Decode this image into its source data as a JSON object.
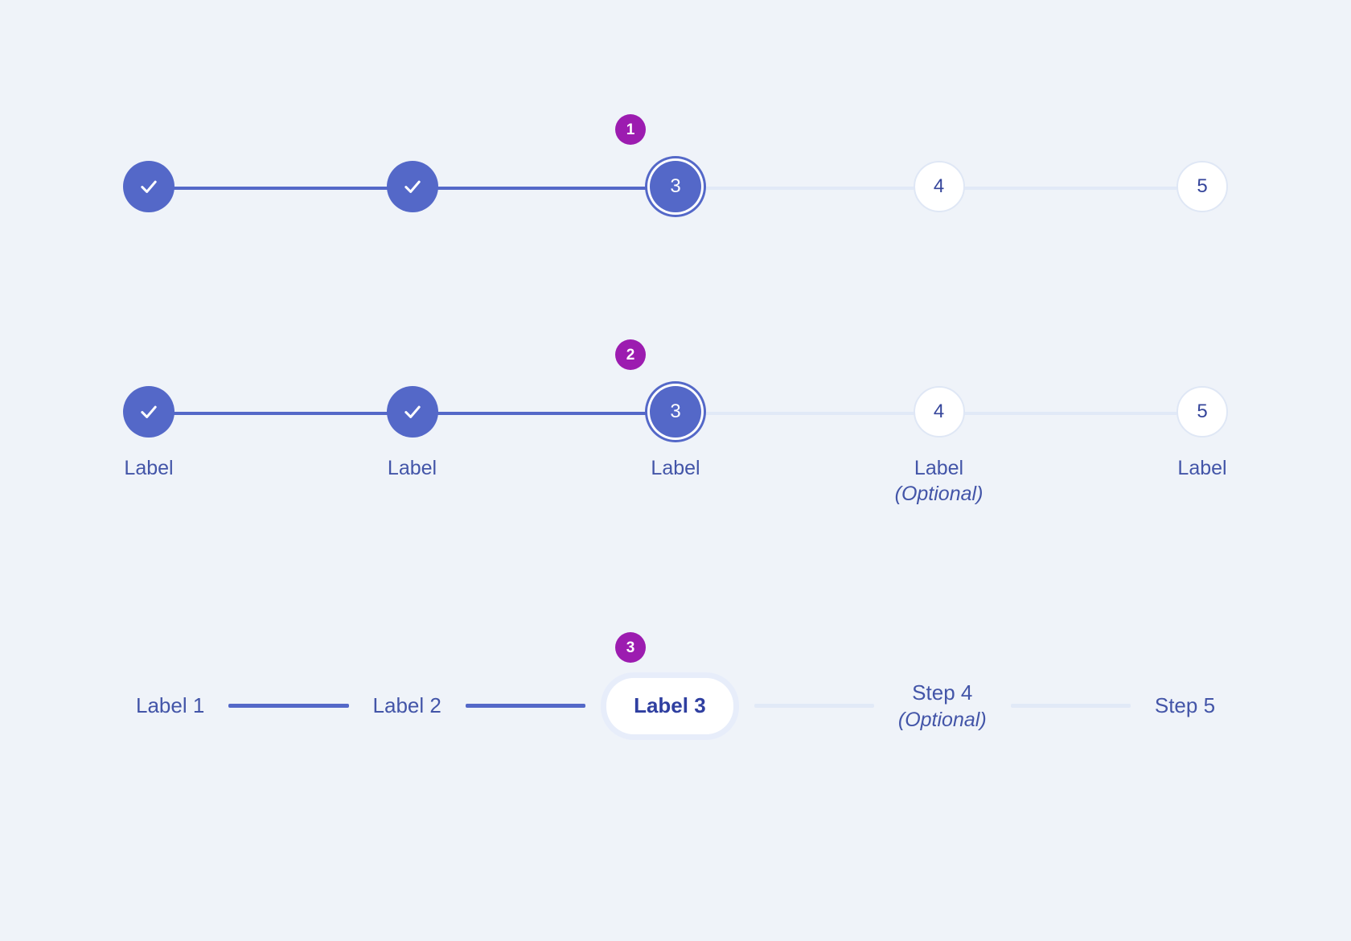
{
  "theme": {
    "background": "#eff3f9",
    "accent_blue": "#5468c8",
    "badge_purple": "#9c1cb0",
    "text_blue": "#4355a8",
    "inactive_line": "#e1e9f7"
  },
  "variants": [
    {
      "badge": "1",
      "name": "stepper-icons-only",
      "steps": [
        {
          "id": "step-1",
          "display": "check",
          "state": "done",
          "number": "1"
        },
        {
          "id": "step-2",
          "display": "check",
          "state": "done",
          "number": "2"
        },
        {
          "id": "step-3",
          "display": "number",
          "state": "active",
          "number": "3"
        },
        {
          "id": "step-4",
          "display": "number",
          "state": "todo",
          "number": "4"
        },
        {
          "id": "step-5",
          "display": "number",
          "state": "todo",
          "number": "5"
        }
      ],
      "connectors": [
        "done",
        "done",
        "todo",
        "todo"
      ]
    },
    {
      "badge": "2",
      "name": "stepper-with-labels",
      "steps": [
        {
          "id": "step-1",
          "display": "check",
          "state": "done",
          "number": "1",
          "label": "Label"
        },
        {
          "id": "step-2",
          "display": "check",
          "state": "done",
          "number": "2",
          "label": "Label"
        },
        {
          "id": "step-3",
          "display": "number",
          "state": "active",
          "number": "3",
          "label": "Label"
        },
        {
          "id": "step-4",
          "display": "number",
          "state": "todo",
          "number": "4",
          "label": "Label",
          "optional": "(Optional)"
        },
        {
          "id": "step-5",
          "display": "number",
          "state": "todo",
          "number": "5",
          "label": "Label"
        }
      ],
      "connectors": [
        "done",
        "done",
        "todo",
        "todo"
      ]
    },
    {
      "badge": "3",
      "name": "stepper-text-only",
      "steps": [
        {
          "id": "step-1",
          "state": "done",
          "label": "Label 1"
        },
        {
          "id": "step-2",
          "state": "done",
          "label": "Label 2"
        },
        {
          "id": "step-3",
          "state": "current",
          "label": "Label 3"
        },
        {
          "id": "step-4",
          "state": "todo",
          "label": "Step 4",
          "optional": "(Optional)"
        },
        {
          "id": "step-5",
          "state": "todo",
          "label": "Step 5"
        }
      ],
      "connectors": [
        "done",
        "done",
        "todo",
        "todo"
      ]
    }
  ]
}
